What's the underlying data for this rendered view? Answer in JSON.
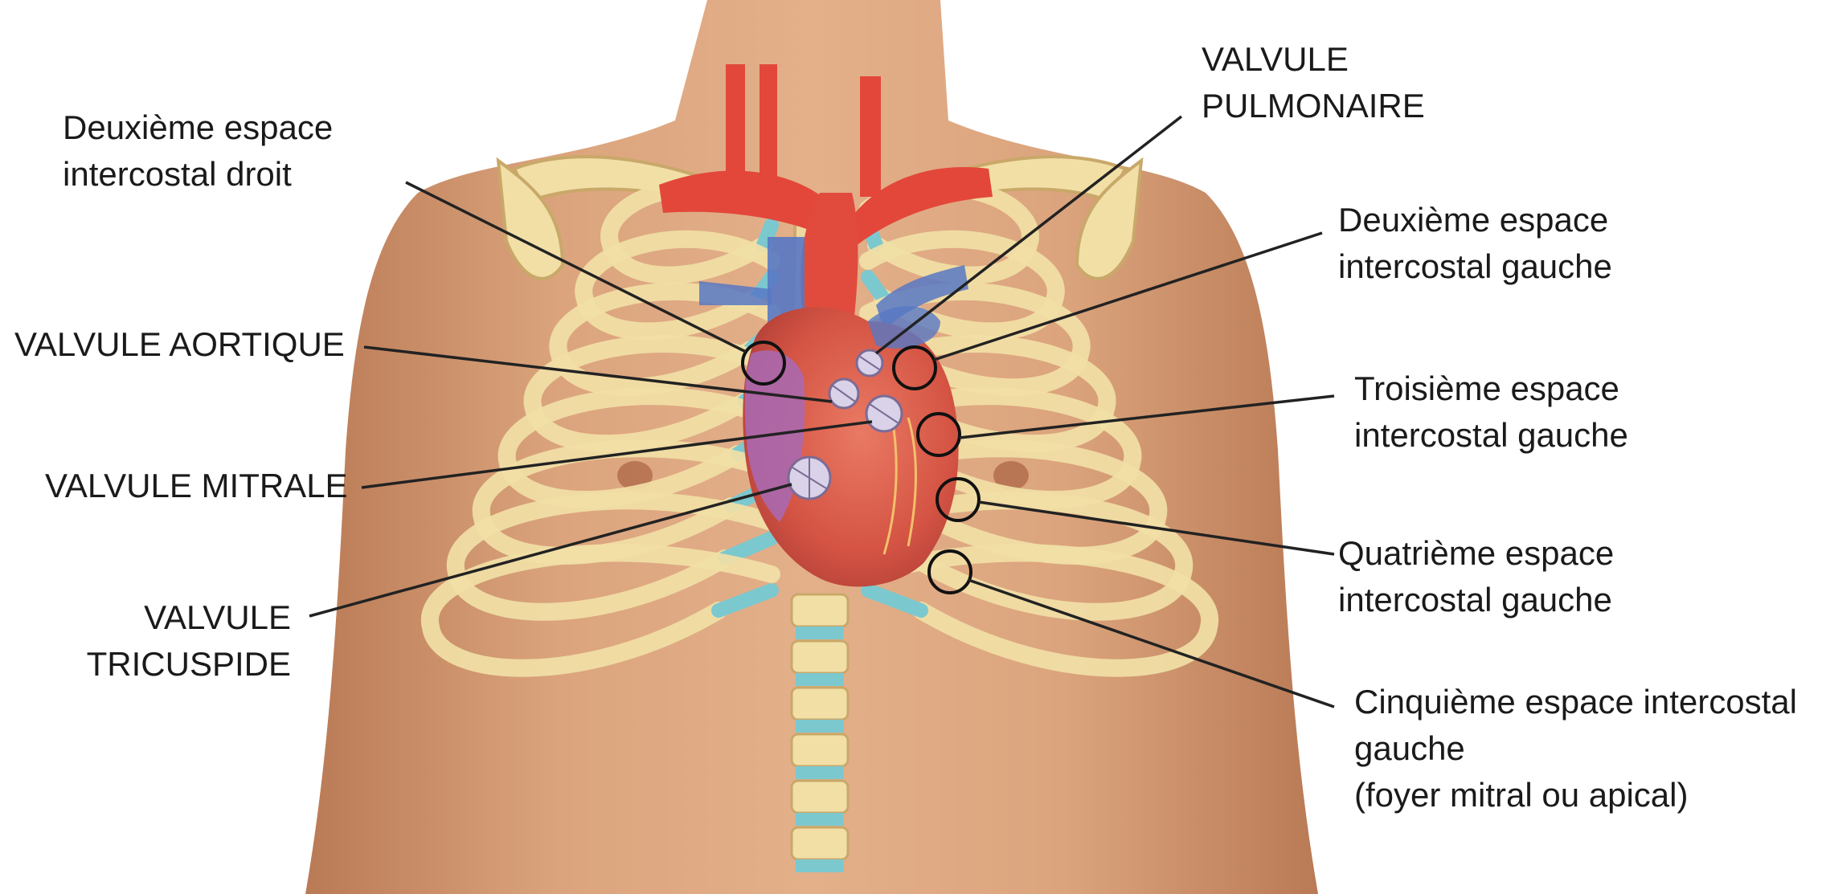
{
  "labels": {
    "deuxieme_droit": [
      "Deuxième espace",
      "intercostal droit"
    ],
    "valvule_aortique": [
      "VALVULE AORTIQUE"
    ],
    "valvule_mitrale": [
      "VALVULE MITRALE"
    ],
    "valvule_tricuspide": [
      "VALVULE",
      "TRICUSPIDE"
    ],
    "valvule_pulmonaire": [
      "VALVULE",
      "PULMONAIRE"
    ],
    "deuxieme_gauche": [
      "Deuxième espace",
      "intercostal gauche"
    ],
    "troisieme_gauche": [
      "Troisième espace",
      "intercostal gauche"
    ],
    "quatrieme_gauche": [
      "Quatrième espace",
      "intercostal gauche"
    ],
    "cinquieme_gauche": [
      "Cinquième espace intercostal",
      "gauche",
      "(foyer mitral ou apical)"
    ]
  },
  "colors": {
    "skin": "#d9a27c",
    "skin_shadow": "#c2855f",
    "bone": "#f1dfa6",
    "bone_edge": "#c9a869",
    "cartilage": "#7cc8cf",
    "artery": "#e3473a",
    "vein": "#5878c4",
    "heart": "#d95a4c",
    "heart_purple": "#a86ab5",
    "valve": "#d9d2e8",
    "leader_line": "#222222"
  }
}
